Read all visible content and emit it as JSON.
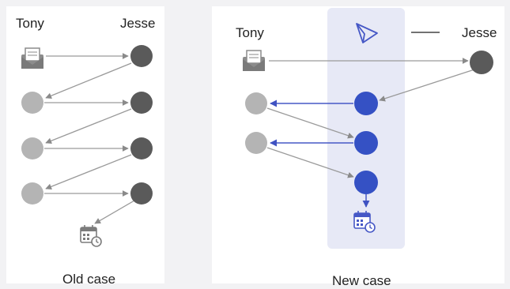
{
  "old_case": {
    "sender": "Tony",
    "receiver": "Jesse",
    "caption": "Old case"
  },
  "new_case": {
    "sender": "Tony",
    "receiver": "Jesse",
    "caption": "New case"
  },
  "icons": {
    "start": "envelope-icon",
    "end": "calendar-clock-icon",
    "agent": "paper-plane-icon"
  },
  "colors": {
    "tony_node": "#b4b4b4",
    "jesse_node": "#5a5a5a",
    "agent_node": "#3551c4",
    "agent_band": "#e7e9f6",
    "arrow_gray": "#9a9a9a",
    "arrow_blue": "#4658c6"
  }
}
